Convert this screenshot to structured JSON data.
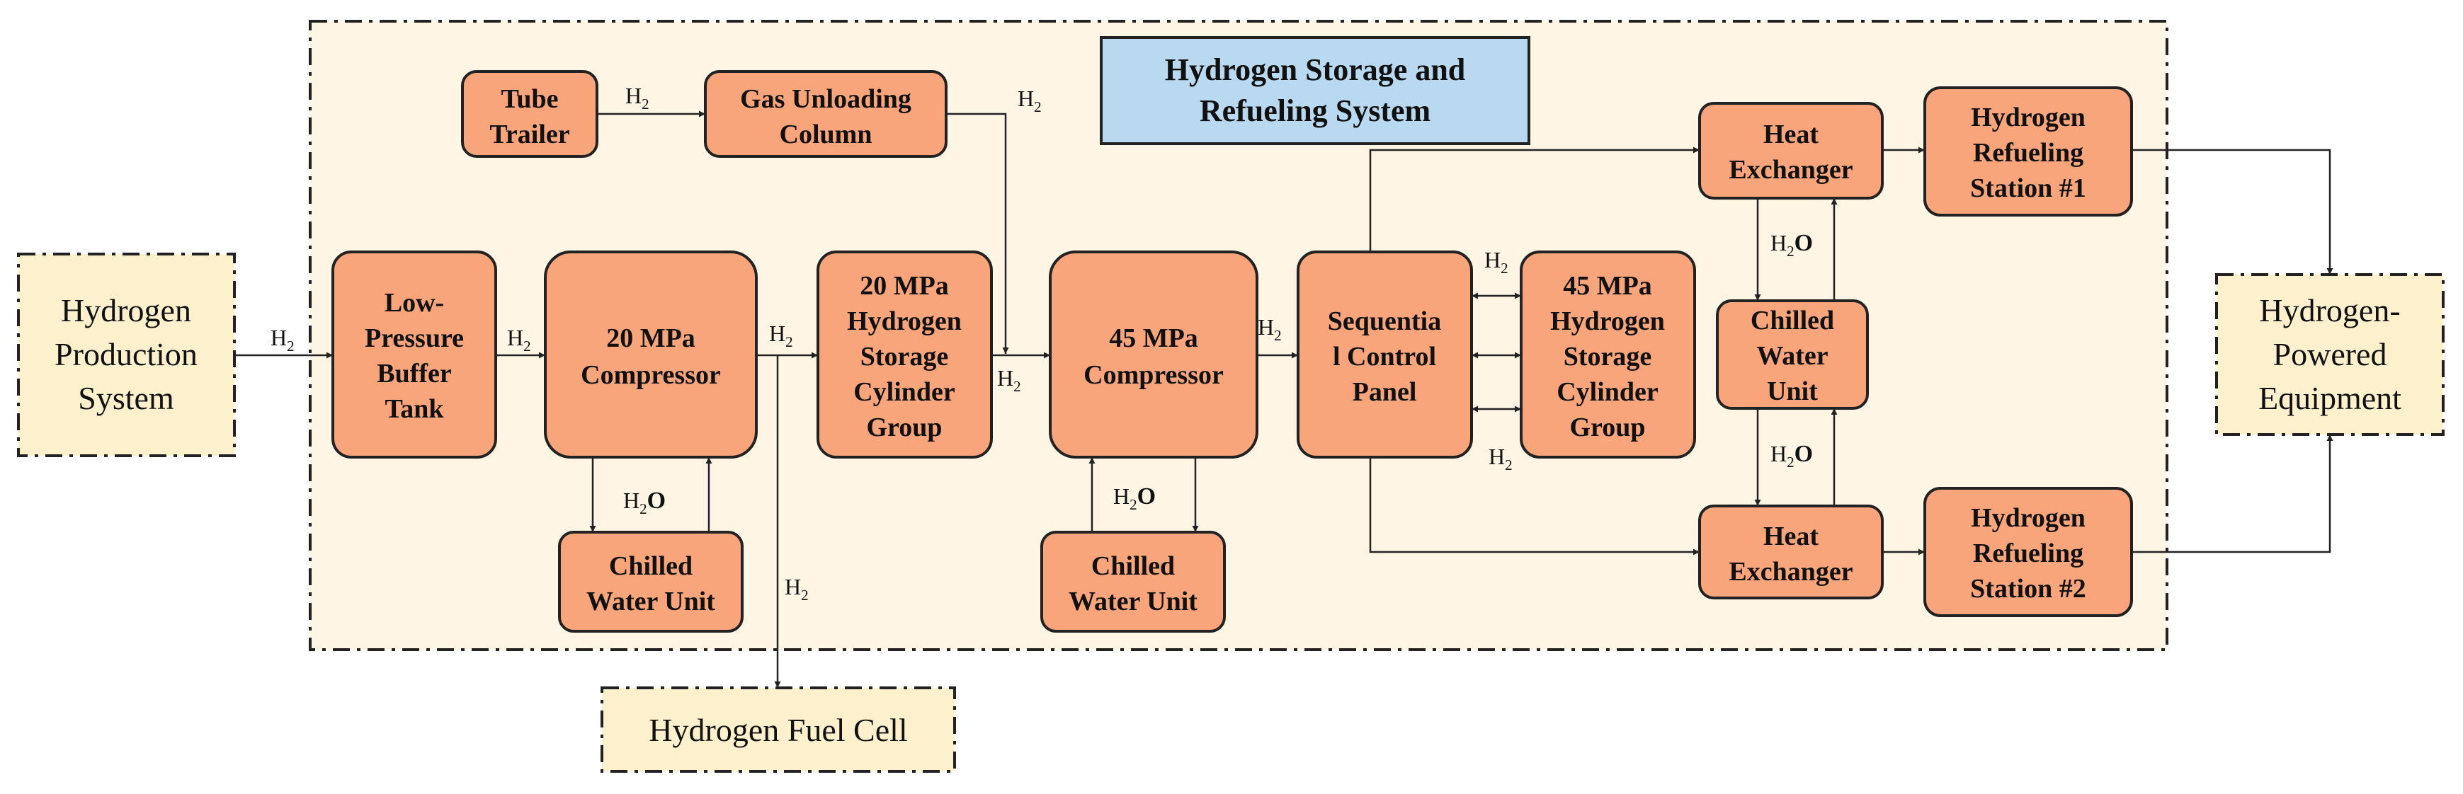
{
  "system_title": [
    "Hydrogen Storage and",
    "Refueling System"
  ],
  "external": {
    "production": [
      "Hydrogen",
      "Production",
      "System"
    ],
    "fuel_cell": [
      "Hydrogen Fuel Cell"
    ],
    "equipment": [
      "Hydrogen-",
      "Powered",
      "Equipment"
    ]
  },
  "components": {
    "tube_trailer": [
      "Tube",
      "Trailer"
    ],
    "gas_unloading": [
      "Gas Unloading",
      "Column"
    ],
    "buffer_tank": [
      "Low-",
      "Pressure",
      "Buffer",
      "Tank"
    ],
    "compressor_20": [
      "20 MPa",
      "Compressor"
    ],
    "storage_20": [
      "20 MPa",
      "Hydrogen",
      "Storage",
      "Cylinder",
      "Group"
    ],
    "compressor_45": [
      "45 MPa",
      "Compressor"
    ],
    "control_panel": [
      "Sequentia",
      "l Control",
      "Panel"
    ],
    "storage_45": [
      "45 MPa",
      "Hydrogen",
      "Storage",
      "Cylinder",
      "Group"
    ],
    "chiller_1": [
      "Chilled",
      "Water Unit"
    ],
    "chiller_2": [
      "Chilled",
      "Water Unit"
    ],
    "chiller_3": [
      "Chilled",
      "Water",
      "Unit"
    ],
    "heat_exchanger_1": [
      "Heat",
      "Exchanger"
    ],
    "heat_exchanger_2": [
      "Heat",
      "Exchanger"
    ],
    "station_1": [
      "Hydrogen",
      "Refueling",
      "Station #1"
    ],
    "station_2": [
      "Hydrogen",
      "Refueling",
      "Station #2"
    ]
  },
  "flow_labels": {
    "hydrogen": {
      "main": "H",
      "sub": "2"
    },
    "water": {
      "main": "H",
      "sub": "2",
      "tail": "O"
    }
  },
  "colors": {
    "component_fill": "#f8a57c",
    "external_fill": "#fdf0cd",
    "system_fill": "#fef5e4",
    "title_fill": "#b9d9f1",
    "line": "#222222"
  }
}
